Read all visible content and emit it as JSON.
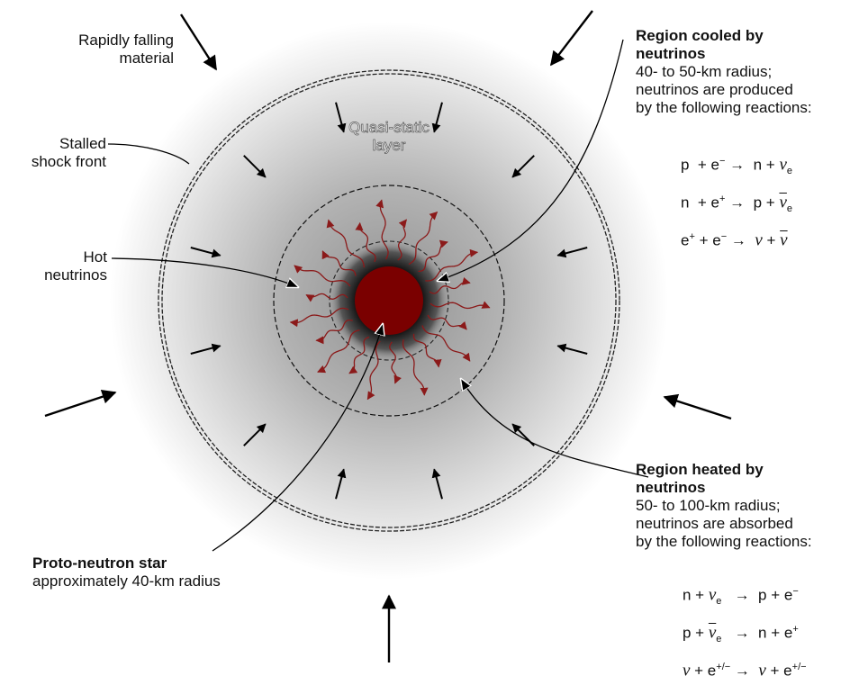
{
  "labels": {
    "rapidly_falling": [
      "Rapidly falling",
      "material"
    ],
    "stalled_shock": [
      "Stalled",
      "shock front"
    ],
    "hot_neutrinos": [
      "Hot",
      "neutrinos"
    ],
    "quasi_static": [
      "Quasi-static",
      "layer"
    ],
    "proto_neutron": {
      "title": "Proto-neutron star",
      "desc": "approximately 40-km radius"
    },
    "cooled": {
      "title_lines": [
        "Region cooled by",
        "neutrinos"
      ],
      "desc_lines": [
        "40- to 50-km radius;",
        "neutrinos are produced",
        "by the following reactions:"
      ]
    },
    "heated": {
      "title_lines": [
        "Region heated by",
        "neutrinos"
      ],
      "desc_lines": [
        "50- to 100-km radius;",
        "neutrinos are absorbed",
        "by the following reactions:"
      ]
    }
  },
  "colors": {
    "core": "#7a0000",
    "neutrino_arrows": "#8b1a1a",
    "infall_arrows": "#000000",
    "halo_outer": "#ffffff",
    "halo_inner": "#a0a0a0"
  }
}
